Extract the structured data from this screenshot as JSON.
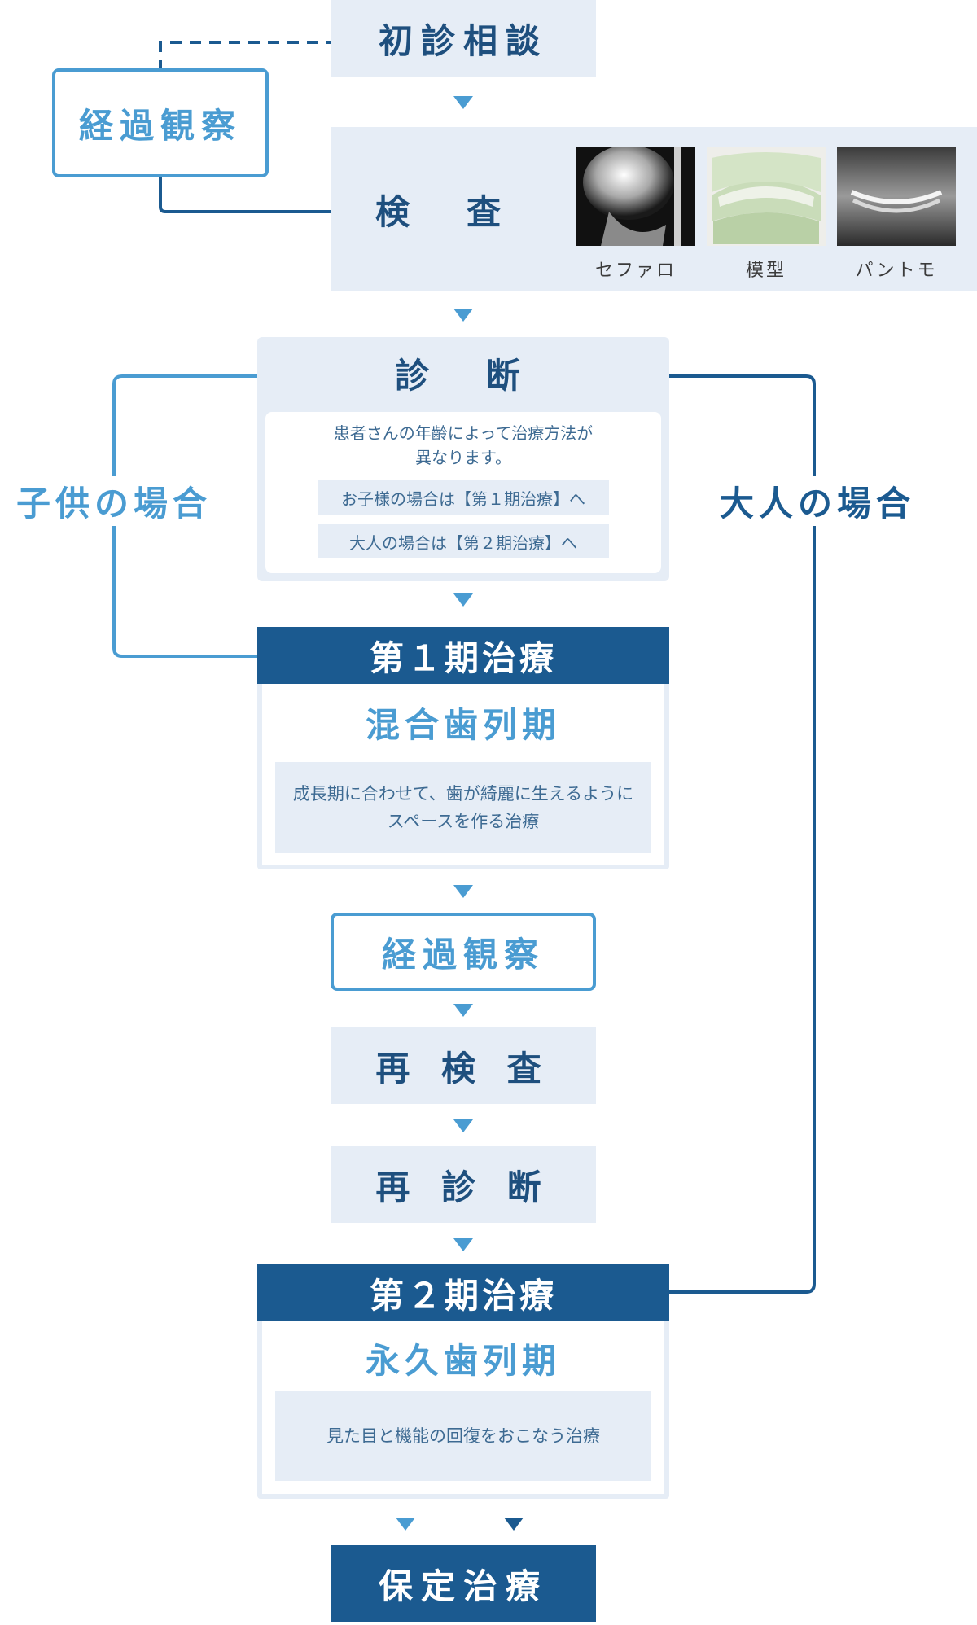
{
  "steps": {
    "initial_consult": "初診相談",
    "observation_top": "経過観察",
    "exam": "検　査",
    "diagnosis": "診　断",
    "observation_mid": "経過観察",
    "reexam": "再 検 査",
    "rediagnosis": "再 診 断",
    "retention": "保定治療"
  },
  "exam_photos": [
    {
      "label": "セファロ"
    },
    {
      "label": "模型"
    },
    {
      "label": "パントモ"
    }
  ],
  "diagnosis_info": {
    "line1": "患者さんの年齢によって治療方法が",
    "line2": "異なります。",
    "child_note": "お子様の場合は【第１期治療】へ",
    "adult_note": "大人の場合は【第２期治療】へ"
  },
  "branches": {
    "child": "子供の場合",
    "adult": "大人の場合"
  },
  "phase1": {
    "header": "第１期治療",
    "subtitle": "混合歯列期",
    "desc_line1": "成長期に合わせて、歯が綺麗に生えるように",
    "desc_line2": "スペースを作る治療"
  },
  "phase2": {
    "header": "第２期治療",
    "subtitle": "永久歯列期",
    "desc": "見た目と機能の回復をおこなう治療"
  },
  "colors": {
    "dark_blue": "#1b5a90",
    "light_blue": "#4a9cd2",
    "panel_bg": "#e6edf6"
  }
}
